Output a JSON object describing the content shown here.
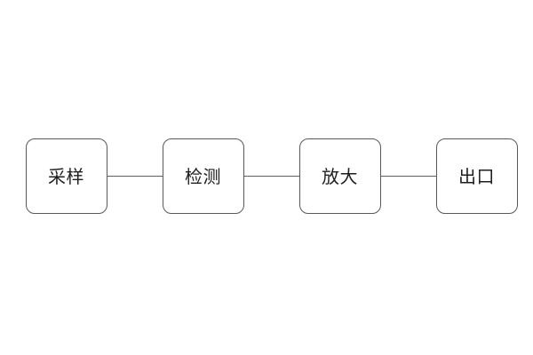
{
  "diagram": {
    "type": "linear-flow",
    "orientation": "horizontal",
    "background_color": "#ffffff",
    "node_border_color": "#595959",
    "node_fill_color": "#ffffff",
    "connector_color": "#5e5e5e",
    "label_color": "#1e1e1e",
    "nodes": [
      {
        "id": "node-1",
        "label": "采样"
      },
      {
        "id": "node-2",
        "label": "检测"
      },
      {
        "id": "node-3",
        "label": "放大"
      },
      {
        "id": "node-4",
        "label": "出口"
      }
    ],
    "connectors": [
      {
        "id": "connector-1",
        "from": "node-1",
        "to": "node-2"
      },
      {
        "id": "connector-2",
        "from": "node-2",
        "to": "node-3"
      },
      {
        "id": "connector-3",
        "from": "node-3",
        "to": "node-4"
      }
    ]
  }
}
